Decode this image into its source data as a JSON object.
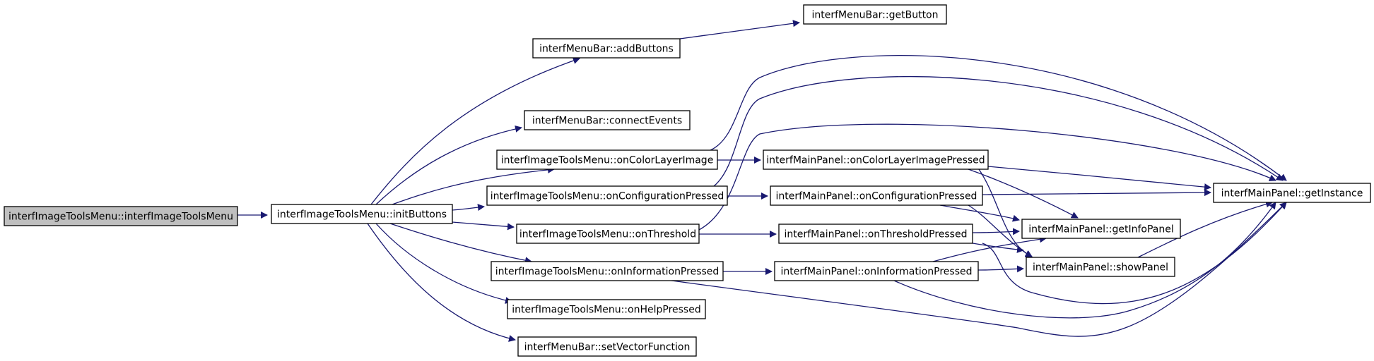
{
  "graph": {
    "edge_color": "#191970",
    "root_fill": "#bfbfbf",
    "nodes": [
      {
        "id": "n0",
        "label": "interfImageToolsMenu::interfImageToolsMenu",
        "highlighted": true
      },
      {
        "id": "n1",
        "label": "interfImageToolsMenu::initButtons"
      },
      {
        "id": "n2",
        "label": "interfMenuBar::addButtons"
      },
      {
        "id": "n3",
        "label": "interfMenuBar::getButton"
      },
      {
        "id": "n4",
        "label": "interfMenuBar::connectEvents"
      },
      {
        "id": "n5",
        "label": "interfImageToolsMenu::onColorLayerImage"
      },
      {
        "id": "n6",
        "label": "interfImageToolsMenu::onConfigurationPressed"
      },
      {
        "id": "n7",
        "label": "interfImageToolsMenu::onThreshold"
      },
      {
        "id": "n8",
        "label": "interfImageToolsMenu::onInformationPressed"
      },
      {
        "id": "n9",
        "label": "interfImageToolsMenu::onHelpPressed"
      },
      {
        "id": "n10",
        "label": "interfMenuBar::setVectorFunction"
      },
      {
        "id": "n11",
        "label": "interfMainPanel::onColorLayerImagePressed"
      },
      {
        "id": "n12",
        "label": "interfMainPanel::onConfigurationPressed"
      },
      {
        "id": "n13",
        "label": "interfMainPanel::onThresholdPressed"
      },
      {
        "id": "n14",
        "label": "interfMainPanel::onInformationPressed"
      },
      {
        "id": "n15",
        "label": "interfMainPanel::getInstance"
      },
      {
        "id": "n16",
        "label": "interfMainPanel::getInfoPanel"
      },
      {
        "id": "n17",
        "label": "interfMainPanel::showPanel"
      }
    ],
    "edges": [
      {
        "from": "n0",
        "to": "n1"
      },
      {
        "from": "n1",
        "to": "n2"
      },
      {
        "from": "n2",
        "to": "n3"
      },
      {
        "from": "n1",
        "to": "n4"
      },
      {
        "from": "n1",
        "to": "n5"
      },
      {
        "from": "n1",
        "to": "n6"
      },
      {
        "from": "n1",
        "to": "n7"
      },
      {
        "from": "n1",
        "to": "n8"
      },
      {
        "from": "n1",
        "to": "n9"
      },
      {
        "from": "n1",
        "to": "n10"
      },
      {
        "from": "n5",
        "to": "n11"
      },
      {
        "from": "n5",
        "to": "n15"
      },
      {
        "from": "n6",
        "to": "n12"
      },
      {
        "from": "n6",
        "to": "n15"
      },
      {
        "from": "n7",
        "to": "n13"
      },
      {
        "from": "n7",
        "to": "n15"
      },
      {
        "from": "n8",
        "to": "n14"
      },
      {
        "from": "n8",
        "to": "n15"
      },
      {
        "from": "n11",
        "to": "n15"
      },
      {
        "from": "n11",
        "to": "n16"
      },
      {
        "from": "n11",
        "to": "n17"
      },
      {
        "from": "n12",
        "to": "n15"
      },
      {
        "from": "n12",
        "to": "n16"
      },
      {
        "from": "n12",
        "to": "n17"
      },
      {
        "from": "n13",
        "to": "n16"
      },
      {
        "from": "n13",
        "to": "n17"
      },
      {
        "from": "n13",
        "to": "n15"
      },
      {
        "from": "n14",
        "to": "n17"
      },
      {
        "from": "n14",
        "to": "n16"
      },
      {
        "from": "n14",
        "to": "n15"
      },
      {
        "from": "n17",
        "to": "n15"
      }
    ]
  }
}
